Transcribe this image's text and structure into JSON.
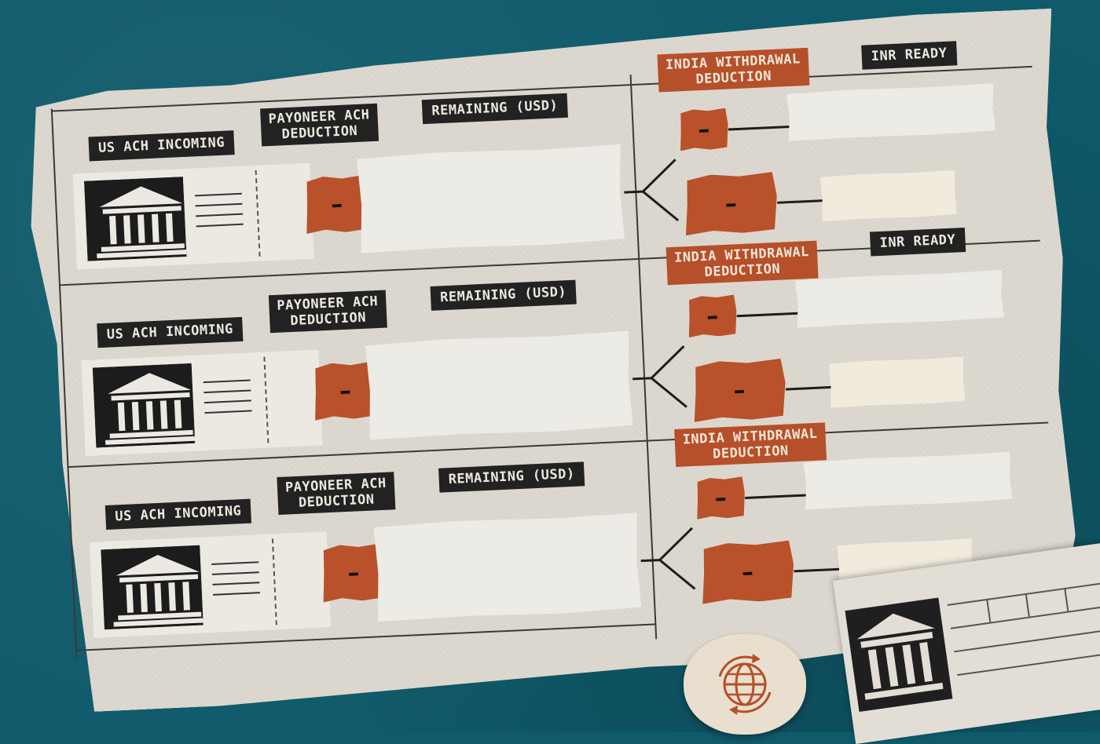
{
  "rows": [
    {
      "us_ach": "US ACH INCOMING",
      "payoneer": "PAYONEER ACH\nDEDUCTION",
      "remaining": "REMAINING (USD)",
      "india": "INDIA WITHDRAWAL\nDEDUCTION",
      "inr": "INR READY",
      "dash": "–"
    },
    {
      "us_ach": "US ACH INCOMING",
      "payoneer": "PAYONEER ACH\nDEDUCTION",
      "remaining": "REMAINING (USD)",
      "india": "INDIA WITHDRAWAL\nDEDUCTION",
      "inr": "INR READY",
      "dash": "–"
    },
    {
      "us_ach": "US ACH INCOMING",
      "payoneer": "PAYONEER ACH\nDEDUCTION",
      "remaining": "REMAINING (USD)",
      "india": "INDIA WITHDRAWAL\nDEDUCTION",
      "dash": "–"
    }
  ],
  "colors": {
    "background": "#0f5a6b",
    "paper": "#ddd9d0",
    "label": "#222222",
    "accent": "#b5502a"
  },
  "icons": [
    "bank-building-icon",
    "globe-exchange-icon"
  ]
}
